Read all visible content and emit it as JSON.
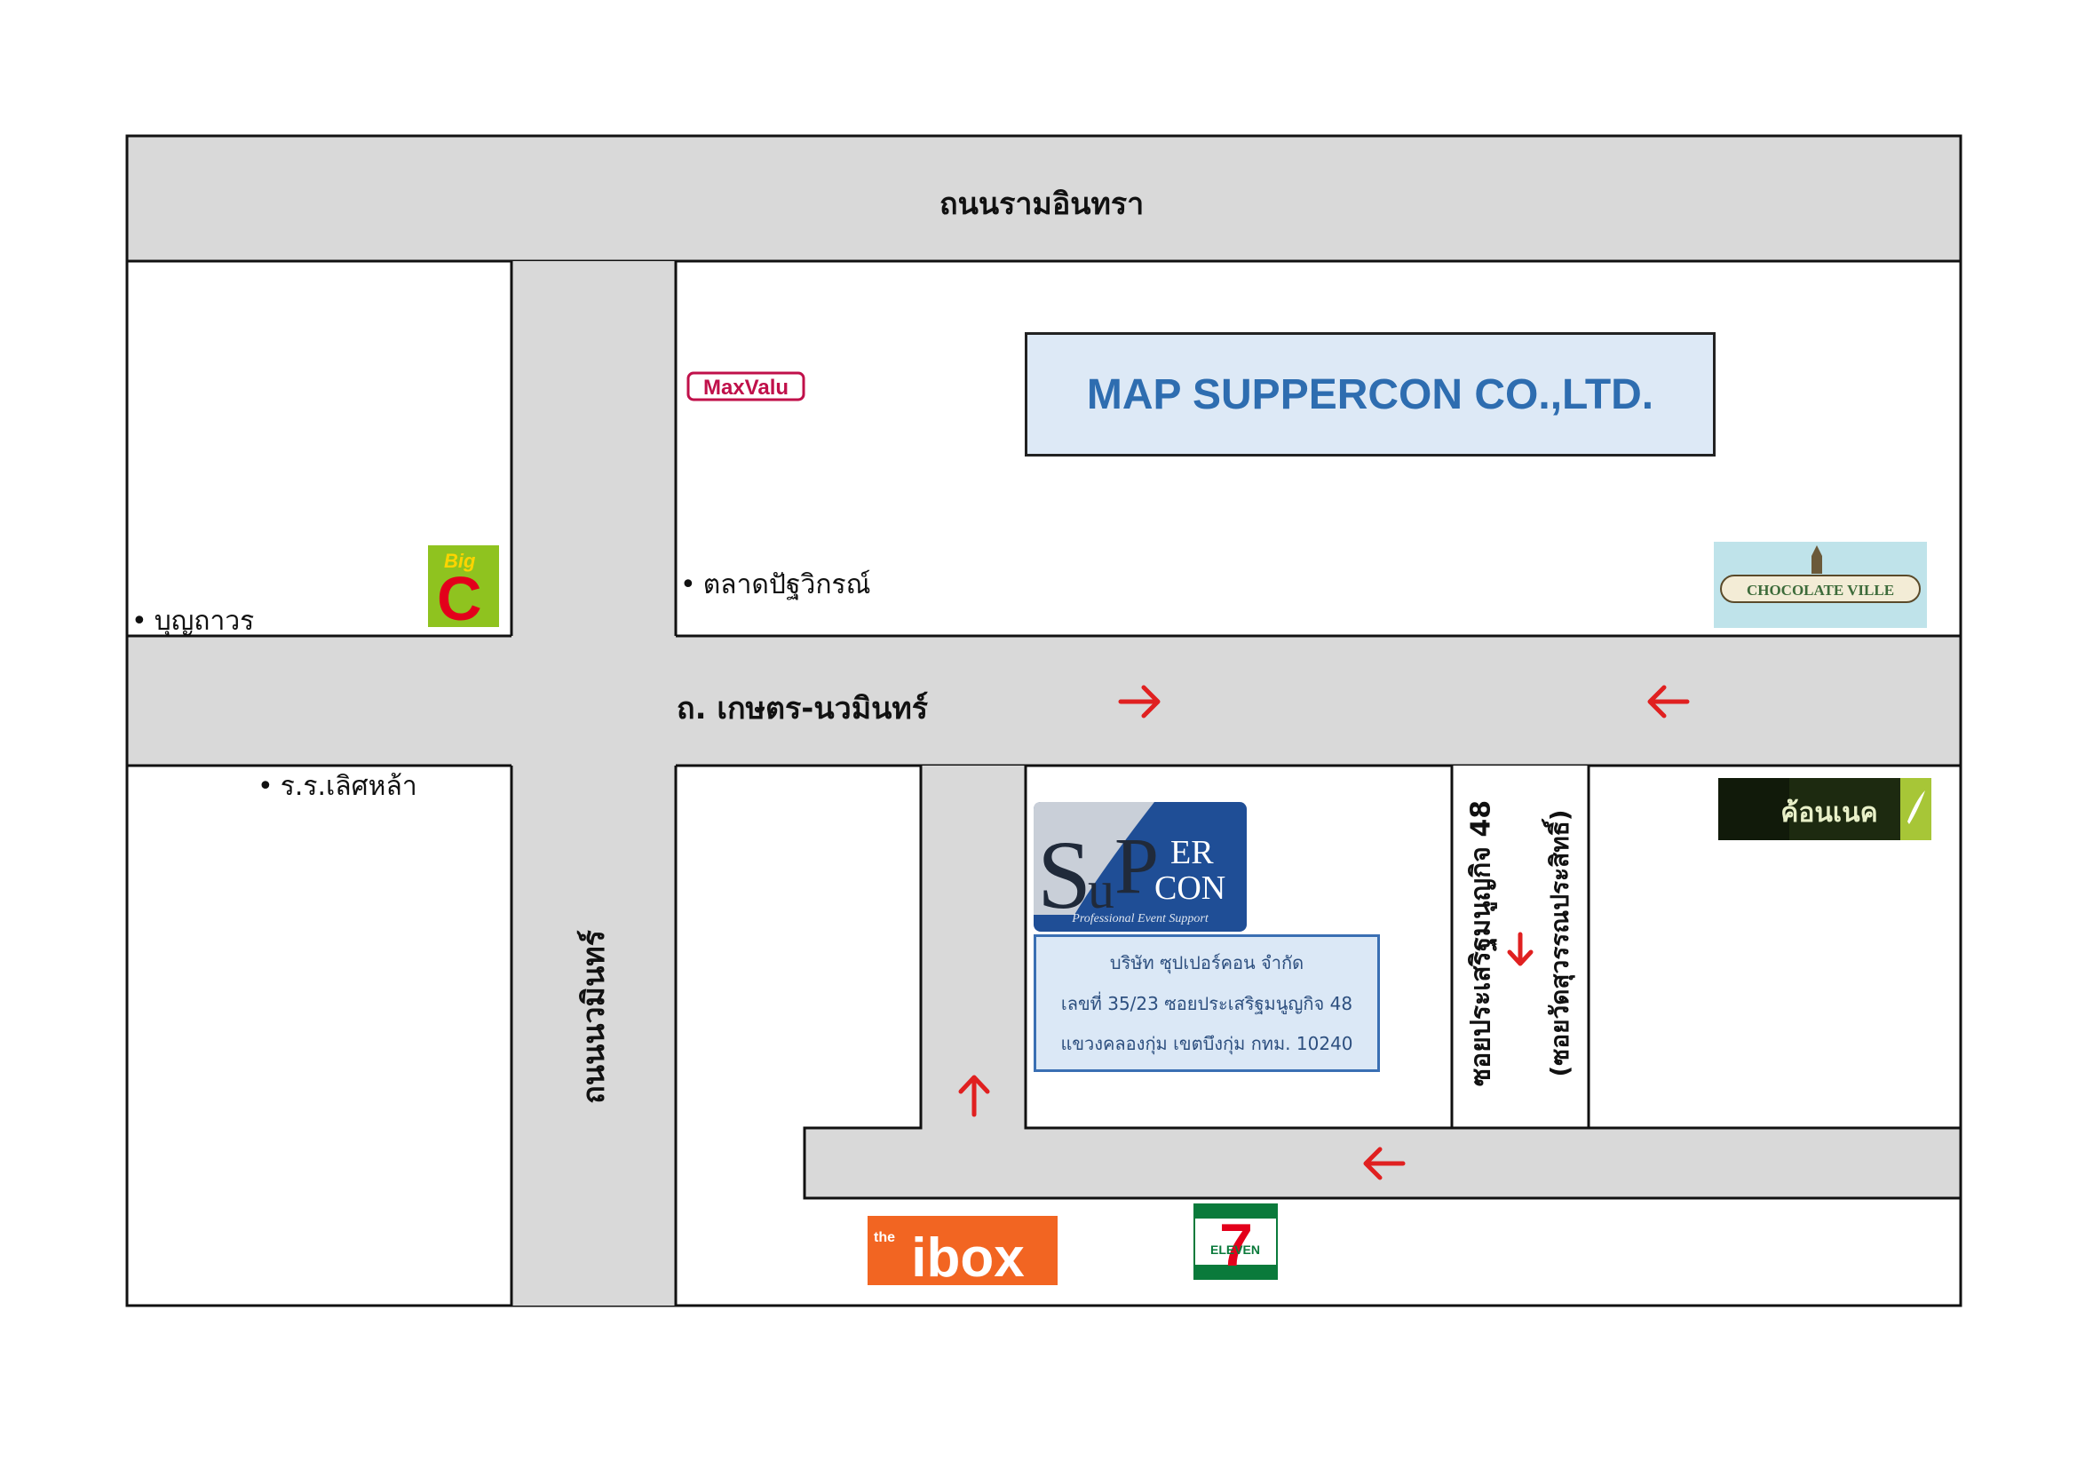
{
  "title": "MAP SUPPERCON CO.,LTD.",
  "roads": {
    "top": "ถนนรามอินทรา",
    "middle": "ถ. เกษตร-นวมินทร์",
    "vertical_left": "ถนนนวมินทร์",
    "soi": "ซอยประเสริฐมนูญกิจ 48",
    "soi_alt": "(ซอยวัดสุวรรณประสิทธิ์)"
  },
  "places": {
    "boonthaworn": "บุญถาวร",
    "talad": "ตลาดปัฐวิกรณ์",
    "school": "ร.ร.เลิศหล้า"
  },
  "logos": {
    "maxvalu": "MaxValu",
    "bigc_big": "Big",
    "bigc_c": "C",
    "chocolate_ville": "CHOCOLATE VILLE",
    "khonnake": "ค้อนเนค",
    "supercon_s": "S",
    "supercon_u": "u",
    "supercon_p": "P",
    "supercon_er": "ER",
    "supercon_con": "CON",
    "supercon_tagline": "Professional Event Support",
    "ibox_the": "the",
    "ibox": "ibox",
    "seven_eleven": "ELEVEN",
    "seven": "7"
  },
  "address": {
    "line1": "บริษัท ซุปเปอร์คอน จำกัด",
    "line2": "เลขที่ 35/23 ซอยประเสริฐมนูญกิจ 48",
    "line3": "แขวงคลองกุ่ม เขตบึงกุ่ม กทม. 10240"
  },
  "colors": {
    "road": "#d9d9d9",
    "border": "#111111",
    "arrow": "#e02020",
    "title": "#2e6db0",
    "title_bg": "#dde9f6"
  },
  "arrows": [
    "arrow-right",
    "arrow-left",
    "arrow-down",
    "arrow-up",
    "arrow-left"
  ]
}
